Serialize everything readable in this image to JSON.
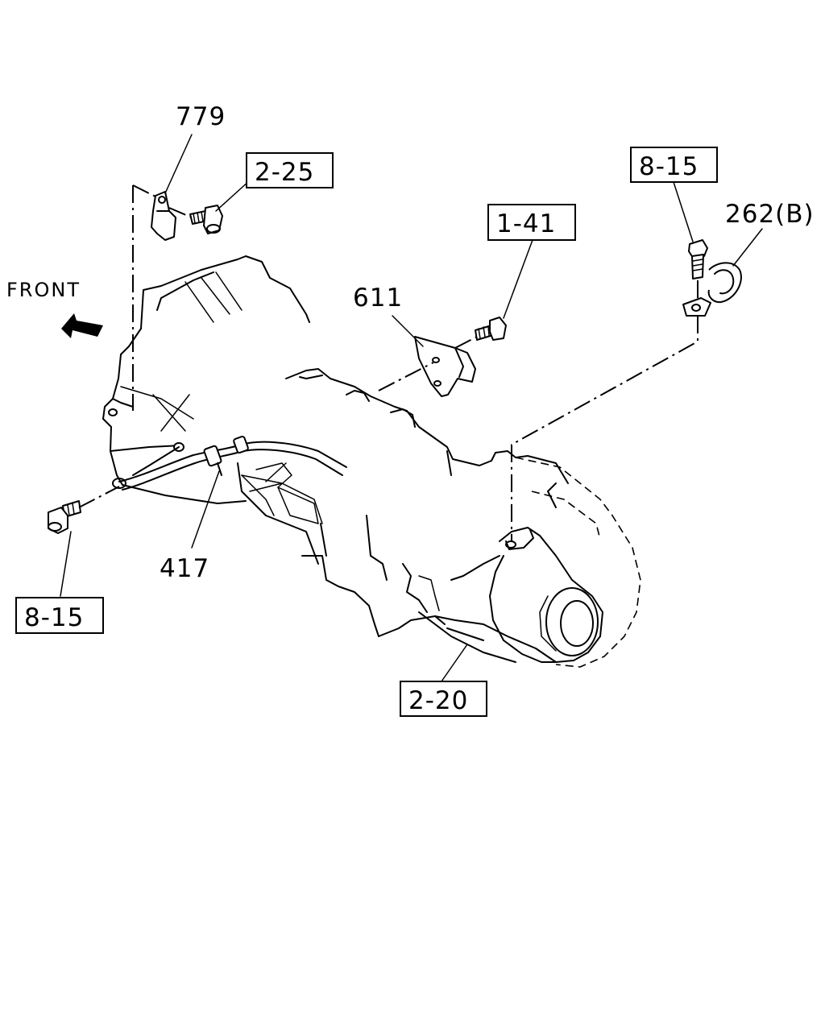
{
  "direction_label": "FRONT",
  "callouts": {
    "part_779": "779",
    "ref_2_25": "2-25",
    "ref_1_41": "1-41",
    "part_611": "611",
    "ref_8_15_top": "8-15",
    "part_262b": "262(B)",
    "part_417": "417",
    "ref_8_15_left": "8-15",
    "ref_2_20": "2-20"
  },
  "icons": {
    "front_arrow": "arrow-upleft-icon"
  }
}
